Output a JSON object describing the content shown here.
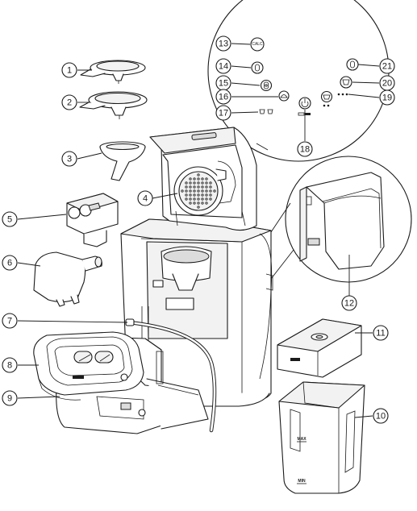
{
  "callouts": [
    "1",
    "2",
    "3",
    "4",
    "5",
    "6",
    "7",
    "8",
    "9",
    "10",
    "11",
    "12",
    "13",
    "14",
    "15",
    "16",
    "17",
    "18",
    "19",
    "20",
    "21"
  ],
  "panel": {
    "calc_label": "CALC",
    "tank_max": "MAX",
    "tank_min": "MIN"
  },
  "icons": {
    "calc": "calc-icon",
    "water": "water-drop-icon",
    "pod": "coffee-pod-icon",
    "clean": "cleaning-icon",
    "cups": "cup-icon",
    "power": "power-icon",
    "strength": "strength-icon",
    "dots": "indicator-dots-icon"
  },
  "colors": {
    "line": "#1a1a1a",
    "fill": "#ffffff",
    "shade": "#f2f2f2"
  }
}
